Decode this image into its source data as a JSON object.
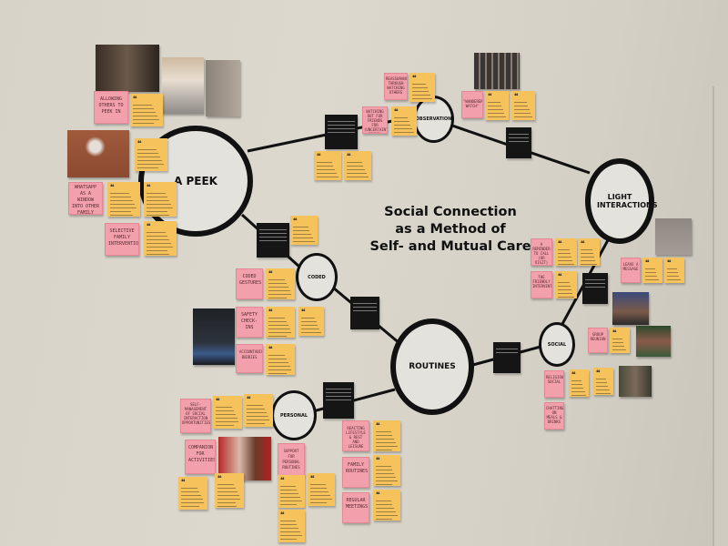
{
  "title": {
    "line1": "Social Connection",
    "line2": "as a Method of",
    "line3": "Self- and Mutual Care"
  },
  "nodes": {
    "peek": "A PEEK",
    "observation": "OBSERVATION",
    "light": "LIGHT INTERACTIONS",
    "coded": "CODED",
    "routines": "ROUTINES",
    "social": "SOCIAL",
    "personal": "PERSONAL"
  },
  "pink_notes": [
    "Allowing others to peek in",
    "WhatsApp as a window into other family members' lives",
    "Selective family intervention",
    "Reassurance through watching others",
    "Watching out for friends for (uncertainty signs)",
    "\"Wanderers watch\"",
    "Coded gestures",
    "Safety check-ins",
    "Accountability buddies",
    "Self-management of social interaction opportunities",
    "Companion for activities",
    "Support for personal routines",
    "Reacting lifestyle & rest and leisure",
    "Family routines",
    "Regular meetings",
    "A reminder to call (or visit)",
    "The friendly intervention",
    "Leave a message",
    "Group reunion",
    "Religious social",
    "Chatting on meals & drinks"
  ],
  "quote_glyph": "❝",
  "colors": {
    "pink": "#f2a0ab",
    "yellow": "#f6c25c",
    "black": "#151515",
    "wall": "#d7d3c9"
  }
}
